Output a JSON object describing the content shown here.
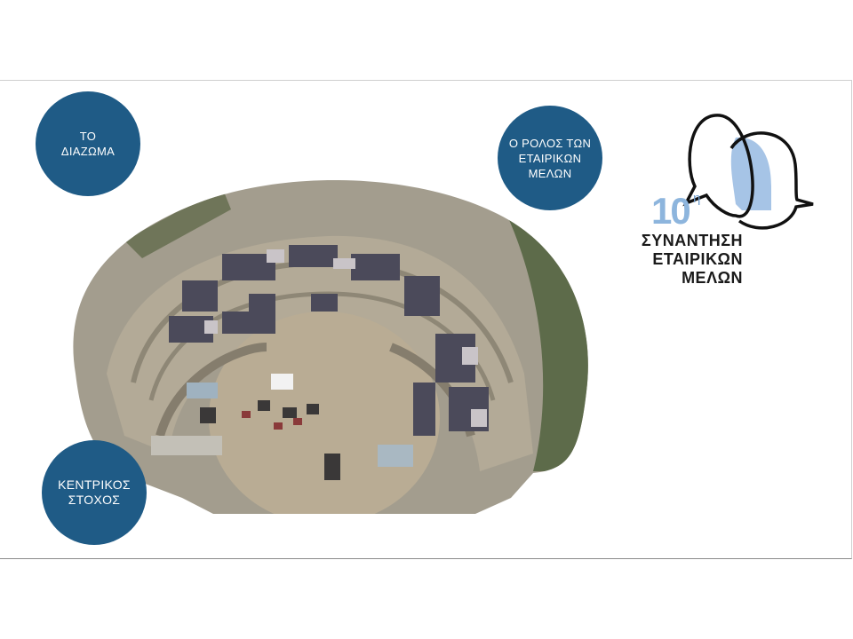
{
  "circles": {
    "diazoma": "ΤΟ\nΔΙΑΖΩΜΑ",
    "role": "Ο ΡΟΛΟΣ ΤΩΝ\nΕΤΑΙΡΙΚΩΝ\nΜΕΛΩΝ",
    "goal": "ΚΕΝΤΡΙΚΟΣ\nΣΤΟΧΟΣ"
  },
  "logo": {
    "number": "10",
    "superscript": "η",
    "line1": "ΣΥΝΑΝΤΗΣΗ",
    "line2": "ΕΤΑΙΡΙΚΩΝ",
    "line3": "ΜΕΛΩΝ"
  },
  "colors": {
    "circle_fill": "#1f5b86",
    "logo_accent": "#8db5dd"
  }
}
